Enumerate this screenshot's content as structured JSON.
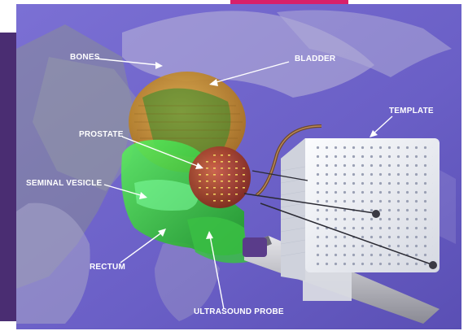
{
  "labels": {
    "bones": "BONES",
    "bladder": "BLADDER",
    "template": "TEMPLATE",
    "prostate": "PROSTATE",
    "seminal_vesicle": "SEMINAL VESICLE",
    "rectum": "RECTUM",
    "ultrasound_probe": "ULTRASOUND PROBE"
  },
  "colors": {
    "background": "#6f63c9",
    "left_band": "#4a2d72",
    "pink_tab": "#d8206a",
    "bladder": "#d39a2a",
    "prostate": "#b5442e",
    "seed": "#f0d060",
    "green": "#2fd23a",
    "template": "#eef0f4",
    "bone": "#b7b2cf"
  }
}
